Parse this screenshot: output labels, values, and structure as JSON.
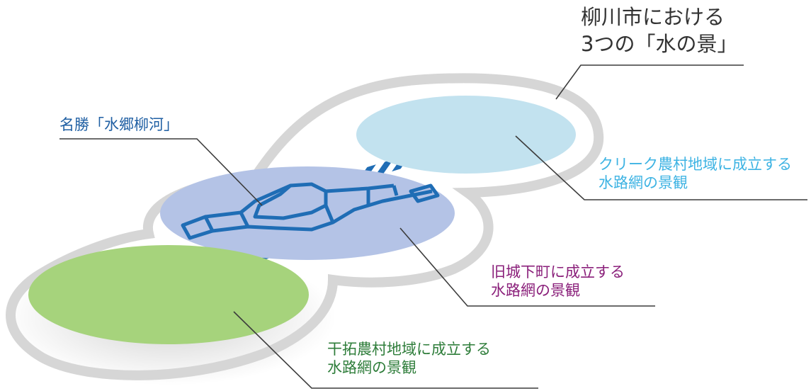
{
  "title": {
    "line1": "柳川市における",
    "line2": "3つの「水の景」"
  },
  "labels": {
    "meisho": {
      "line1": "名勝「水郷柳河」",
      "color": "#1f5fa3"
    },
    "creek": {
      "line1": "クリーク農村地域に成立する",
      "line2": "水路網の景観",
      "color": "#3db3e3"
    },
    "jokamachi": {
      "line1": "旧城下町に成立する",
      "line2": "水路網の景観",
      "color": "#8a1f7a"
    },
    "kantaku": {
      "line1": "干拓農村地域に成立する",
      "line2": "水路網の景観",
      "color": "#2e7d3a"
    }
  },
  "colors": {
    "outline": "#d6d6d6",
    "creek_fill": "#c2e2ef",
    "jokamachi_fill": "#b4c3e6",
    "kantaku_fill": "#a6d37c",
    "waterway": "#1f6db5",
    "leader": "#3c3c3c"
  }
}
